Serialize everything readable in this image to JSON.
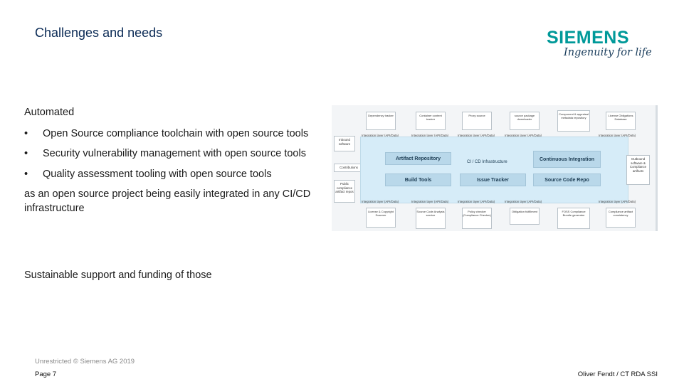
{
  "slide": {
    "title": "Challenges and needs",
    "logo": {
      "word": "SIEMENS",
      "tagline": "Ingenuity for life"
    },
    "intro": "Automated",
    "bullets": [
      {
        "marker": "•",
        "text": "Open Source compliance toolchain with open source tools"
      },
      {
        "marker": "•",
        "text": "Security vulnerability management with open source tools"
      },
      {
        "marker": "•",
        "text": "Quality assessment tooling with open source tools"
      }
    ],
    "after_bullets": "as an open source project being easily integrated in any CI/CD infrastructure",
    "sustain": "Sustainable support and funding of those",
    "footer_note": "Unrestricted © Siemens AG 2019",
    "page": "Page 7",
    "author": "Oliver Fendt / CT RDA SSI"
  },
  "diagram": {
    "top_boxes": [
      "Dependency tracker",
      "Container content tracker",
      "Proxy source",
      "source package downloader",
      "Component & appraisal metadata repository",
      "License Obligations Database"
    ],
    "top_layers": [
      "Integration layer (API/Data)",
      "Integration layer (API/Data)",
      "Integration layer (API/Data)",
      "Integration layer (API/Data)",
      "Integration layer (API/Data)"
    ],
    "left_boxes": [
      "Inbound software",
      "Contributions",
      "Public compliance artifact repos"
    ],
    "core": {
      "artifact_repo": "Artifact Repository",
      "ci_label": "CI / CD Infrastructure",
      "continuous_integration": "Continuous Integration",
      "build_tools": "Build Tools",
      "issue_tracker": "Issue Tracker",
      "source_code_repo": "Source Code Repo"
    },
    "right_boxes": [
      "Outbound software & Compliance artifacts"
    ],
    "bottom_layers": [
      "Integration layer (API/Data)",
      "Integration layer (API/Data)",
      "Integration layer (API/Data)",
      "Integration layer (API/Data)",
      "Integration layer (API/Data)"
    ],
    "bottom_boxes": [
      "License & Copyright Scanner",
      "Source Code Analysis service",
      "Policy checker (Compliance Checker)",
      "Obligation fulfillment",
      "FOSS Compliance Bundle generator",
      "Compliance artifact consistency"
    ]
  }
}
